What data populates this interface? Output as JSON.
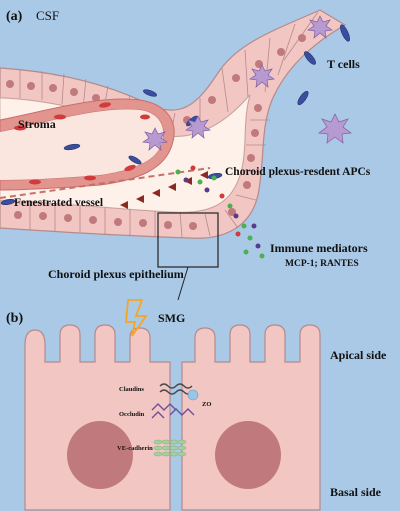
{
  "panel_a": {
    "tag": "(a)",
    "csf": "CSF",
    "t_cells": "T cells",
    "stroma": "Stroma",
    "apcs": "Choroid plexus-resdent APCs",
    "vessel": "Fenestrated vessel",
    "mediators": "Immune mediators",
    "mediators_list": "MCP-1; RANTES",
    "epithelium": "Choroid plexus epithelium"
  },
  "panel_b": {
    "tag": "(b)",
    "smg": "SMG",
    "apical": "Apical side",
    "basal": "Basal side",
    "claudins": "Claudins",
    "zo": "ZO",
    "occludin": "Occludin",
    "ve_cadherin": "VE-cadherin"
  },
  "colors": {
    "csf": "#a9c9e6",
    "epithelium_cell": "#f2c6c2",
    "epithelium_stroke": "#b58a8a",
    "nucleus": "#c07a7e",
    "stroma": "#fdf1ea",
    "vessel_wall": "#e2948e",
    "t_cell": "#3a4ea0",
    "apc": "#b79ad0",
    "lightning": "#f5a623"
  }
}
